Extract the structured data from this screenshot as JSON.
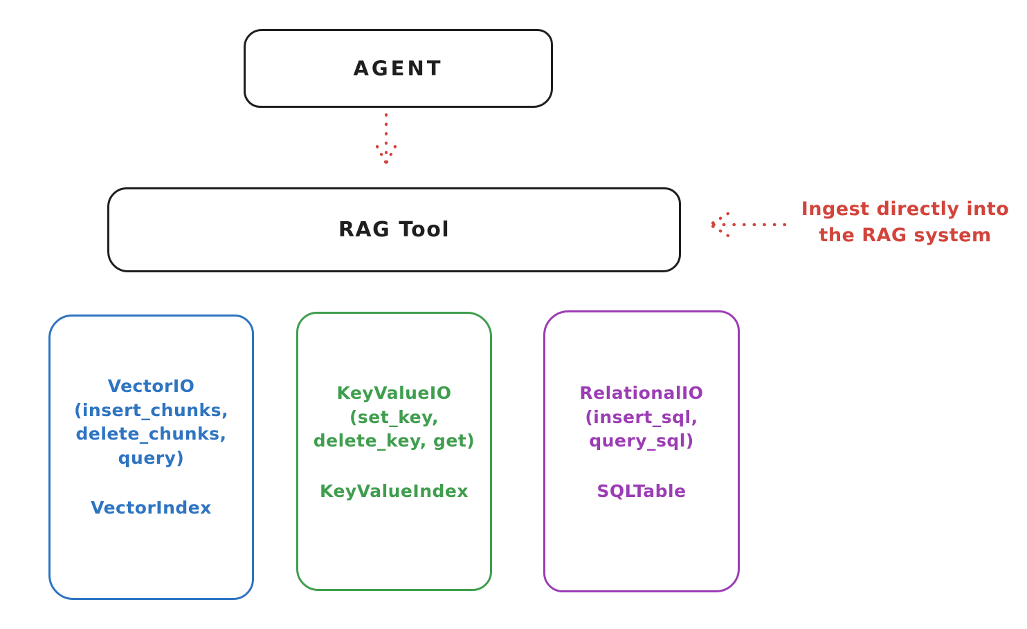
{
  "diagram": {
    "title_hint": "RAG Tool architecture sketch",
    "background": "#ffffff"
  },
  "colors": {
    "black": "#1f1f1f",
    "red": "#d2443b",
    "blue": "#2e74c2",
    "green": "#3f9e4e",
    "purple": "#9c3db5"
  },
  "agent": {
    "label": "AGENT"
  },
  "rag_tool": {
    "label": "RAG Tool"
  },
  "annotation": {
    "text": "Ingest directly into\nthe RAG system"
  },
  "arrows": [
    {
      "id": "agent-to-rag",
      "from": "AGENT",
      "to": "RAG Tool",
      "style": "dotted",
      "color": "#d2443b",
      "direction": "down"
    },
    {
      "id": "annotation-to-rag",
      "from": "annotation",
      "to": "RAG Tool",
      "style": "dotted",
      "color": "#d2443b",
      "direction": "left"
    }
  ],
  "backends": [
    {
      "id": "vector-io",
      "color": "#2e74c2",
      "methods": "VectorIO\n(insert_chunks,\ndelete_chunks,\nquery)",
      "index": "VectorIndex"
    },
    {
      "id": "keyvalue-io",
      "color": "#3f9e4e",
      "methods": "KeyValueIO\n(set_key,\ndelete_key, get)",
      "index": "KeyValueIndex"
    },
    {
      "id": "relational-io",
      "color": "#9c3db5",
      "methods": "RelationalIO\n(insert_sql,\nquery_sql)",
      "index": "SQLTable"
    }
  ]
}
